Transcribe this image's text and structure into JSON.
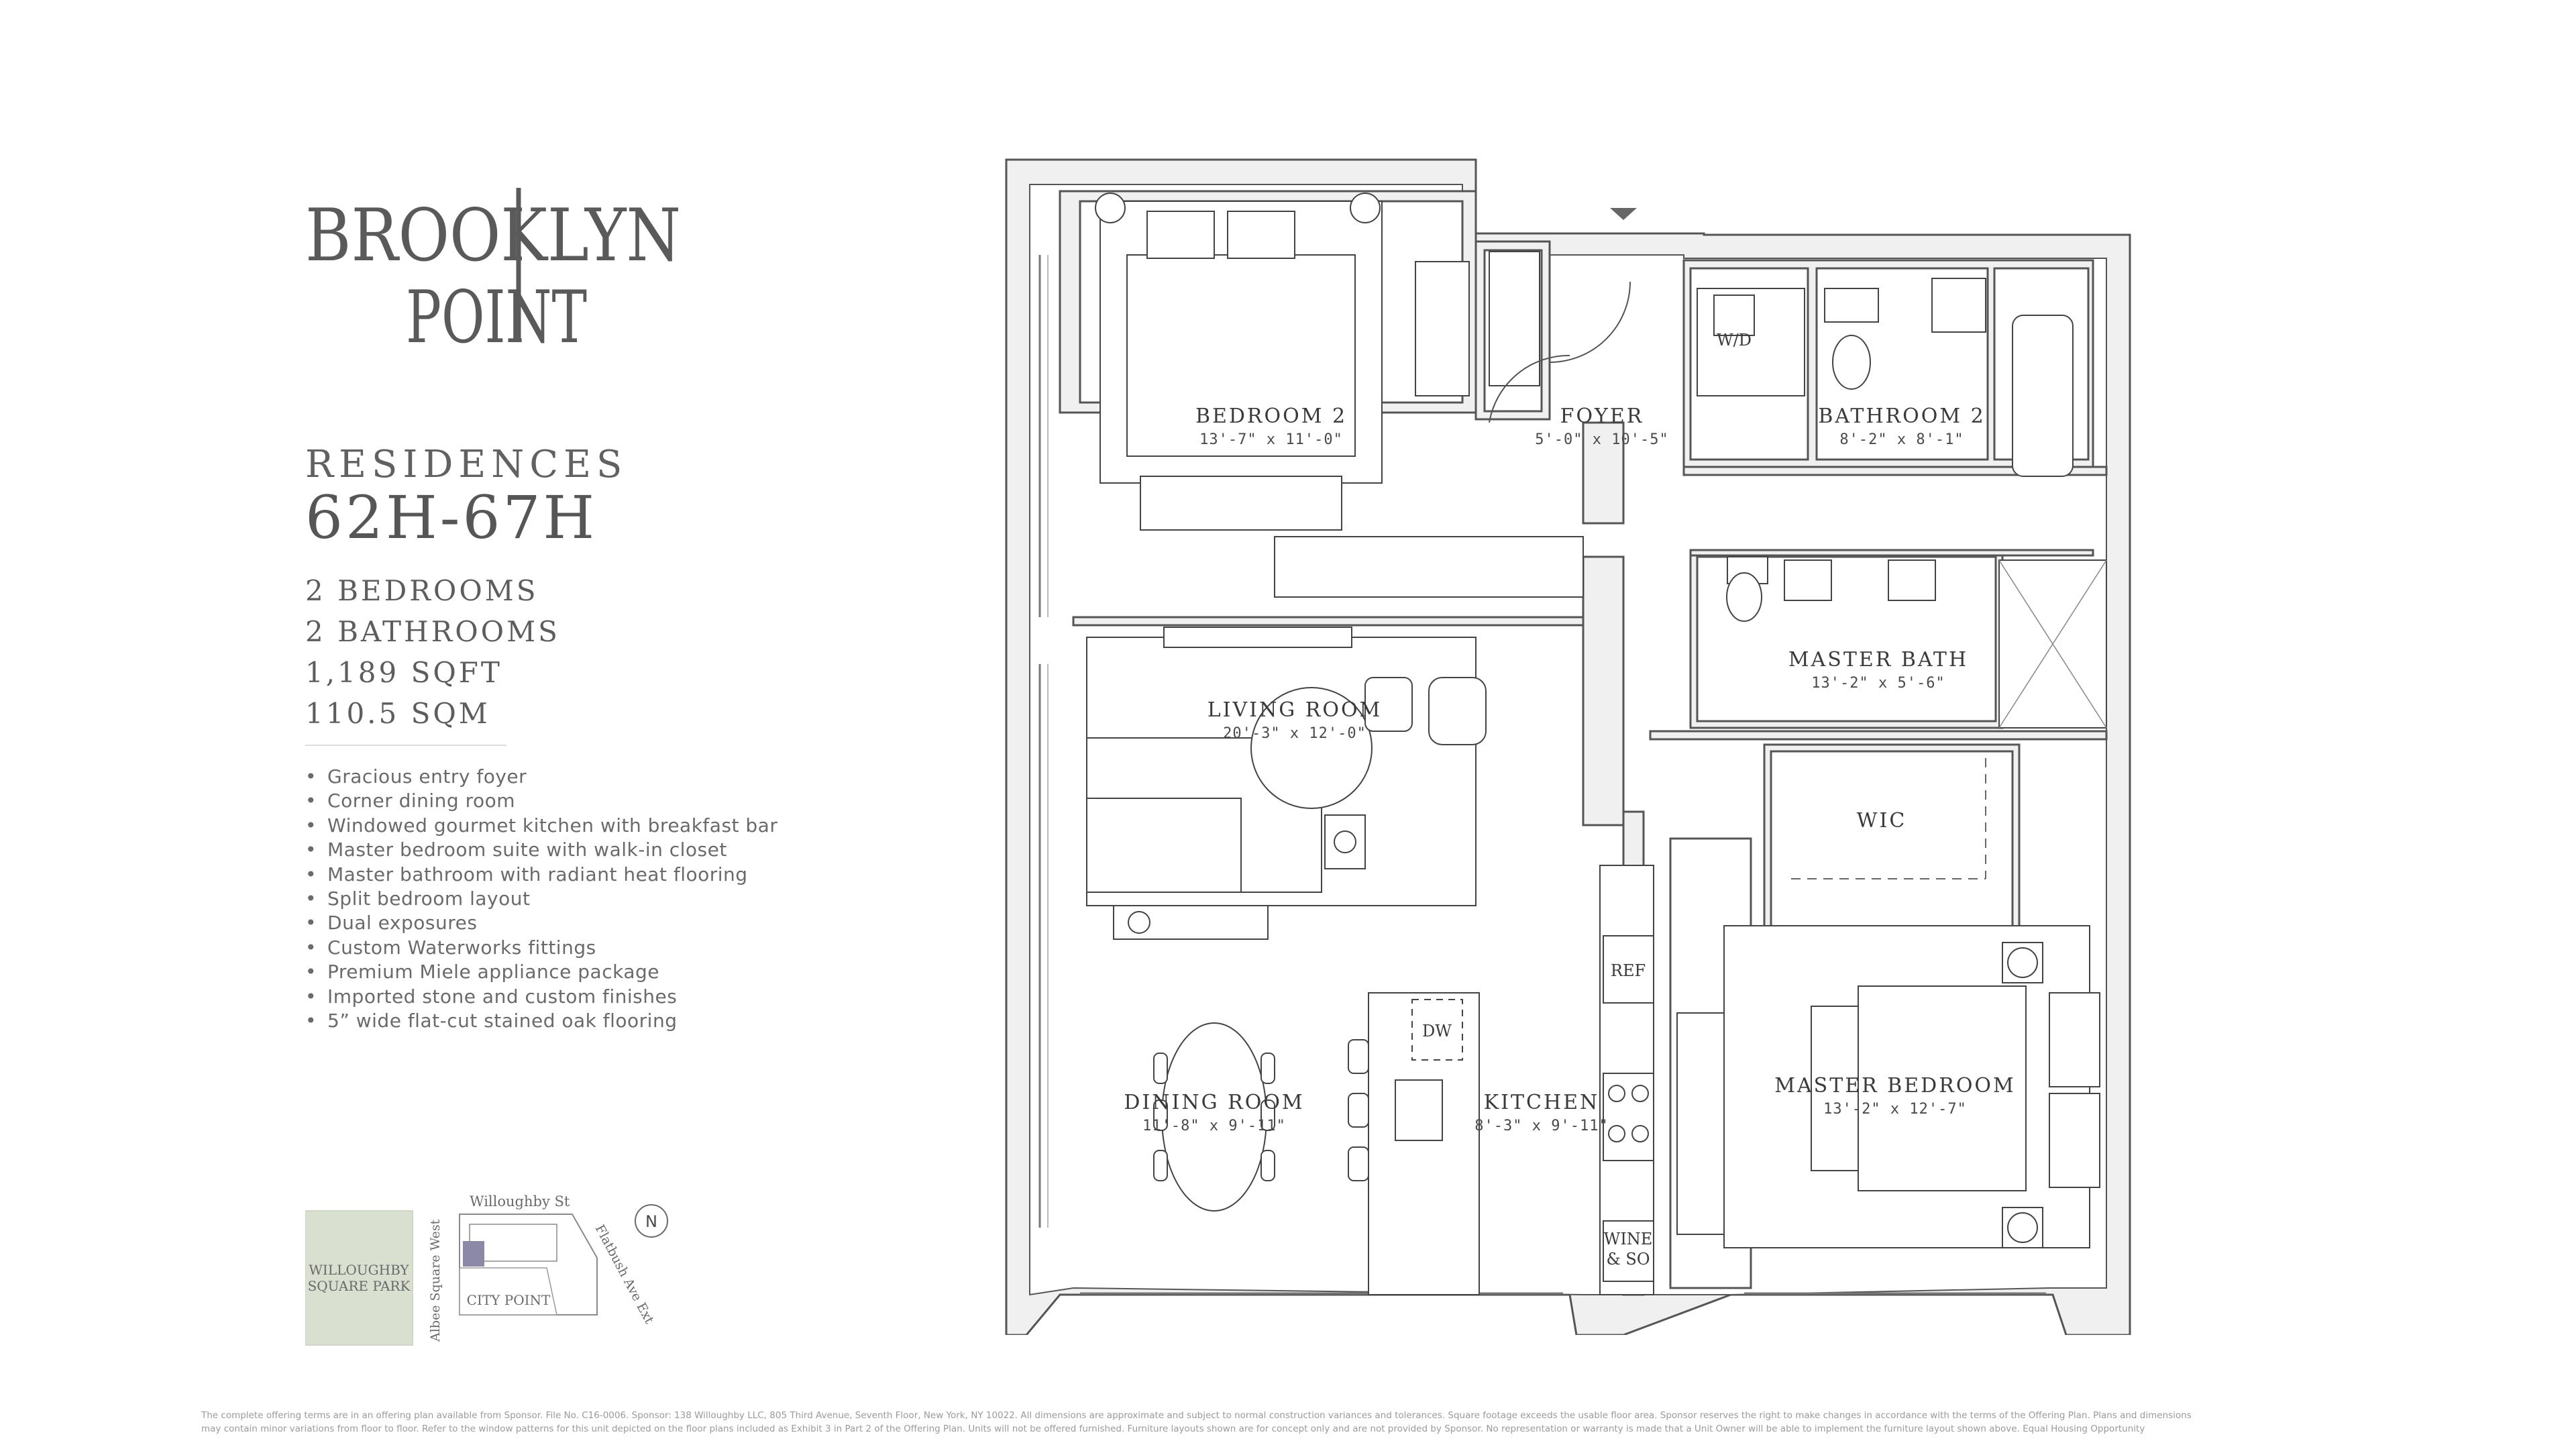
{
  "brand": {
    "line1": "BROOKLYN",
    "line2": "POINT",
    "color": "#5a5a5a"
  },
  "residence": {
    "label": "RESIDENCES",
    "range": "62H-67H",
    "bedrooms": "2 BEDROOMS",
    "bathrooms": "2 BATHROOMS",
    "sqft": "1,189 SQFT",
    "sqm": "110.5 SQM"
  },
  "features": [
    "Gracious entry foyer",
    "Corner dining room",
    "Windowed gourmet kitchen with breakfast bar",
    "Master bedroom suite with walk-in closet",
    "Master bathroom with radiant heat flooring",
    "Split bedroom layout",
    "Dual exposures",
    "Custom Waterworks fittings",
    "Premium Miele appliance package",
    "Imported stone and custom finishes",
    "5” wide flat-cut stained oak flooring"
  ],
  "map": {
    "park_line1": "WILLOUGHBY",
    "park_line2": "SQUARE PARK",
    "street_top": "Willoughby St",
    "street_left": "Albee Square West",
    "street_right": "Flatbush Ave Ext",
    "city_point": "CITY POINT",
    "north": "N",
    "park_color": "#d9e0cf",
    "highlight_color": "#8c88a8"
  },
  "plan": {
    "rooms": {
      "bedroom2": {
        "name": "BEDROOM 2",
        "dims": "13'-7\" x 11'-0\""
      },
      "foyer": {
        "name": "FOYER",
        "dims": "5'-0\" x 10'-5\""
      },
      "bathroom2": {
        "name": "BATHROOM 2",
        "dims": "8'-2\" x 8'-1\""
      },
      "living": {
        "name": "LIVING ROOM",
        "dims": "20'-3\" x 12'-0\""
      },
      "master_bath": {
        "name": "MASTER BATH",
        "dims": "13'-2\" x 5'-6\""
      },
      "wic": {
        "name": "WIC"
      },
      "dining": {
        "name": "DINING ROOM",
        "dims": "11'-8\" x 9'-11\""
      },
      "kitchen": {
        "name": "KITCHEN",
        "dims": "8'-3\" x 9'-11\""
      },
      "master_bedroom": {
        "name": "MASTER BEDROOM",
        "dims": "13'-2\" x 12'-7\""
      }
    },
    "fixtures": {
      "wd": "W/D",
      "ref": "REF",
      "dw": "DW",
      "wine_line1": "WINE",
      "wine_line2": "& SO"
    }
  },
  "disclaimer": {
    "line1": "The complete offering terms are in an offering plan available from Sponsor. File No. C16-0006. Sponsor: 138 Willoughby LLC, 805 Third Avenue, Seventh Floor, New York, NY 10022. All dimensions are approximate and subject to normal construction variances and tolerances. Square footage exceeds the usable floor area. Sponsor reserves the right to make changes in accordance with the terms of the Offering Plan. Plans and dimensions",
    "line2": "may contain minor variations from floor to floor. Refer to the window patterns for this unit depicted on the floor plans included as Exhibit 3 in Part 2 of the Offering Plan. Units will not be offered furnished. Furniture layouts shown are for concept only and are not provided by Sponsor. No representation or warranty is made that a Unit Owner will be able to implement the furniture layout shown above. Equal Housing Opportunity"
  }
}
